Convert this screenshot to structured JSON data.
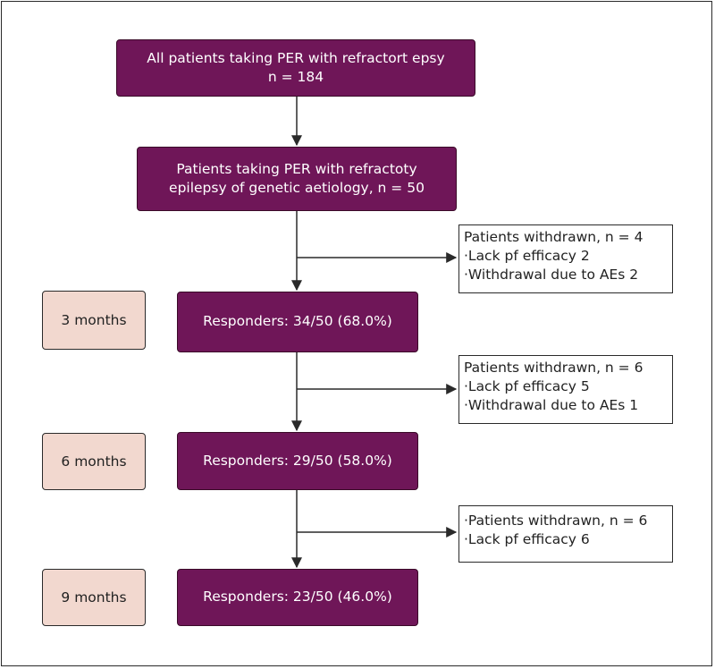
{
  "colors": {
    "primary_box": "#6f1658",
    "stage_box": "#f2d8cf",
    "arrow": "#2a2a2a"
  },
  "boxes": {
    "all_patients": {
      "line1": "All patients taking PER with refractort epsy",
      "line2": "n = 184"
    },
    "genetic": {
      "line1": "Patients taking PER with refractoty",
      "line2": "epilepsy of genetic aetiology, n = 50"
    },
    "responders_3": "Responders: 34/50 (68.0%)",
    "responders_6": "Responders: 29/50 (58.0%)",
    "responders_9": "Responders: 23/50 (46.0%)"
  },
  "stages": {
    "m3": "3 months",
    "m6": "6 months",
    "m9": "9 months"
  },
  "withdrawals": {
    "w1": [
      "Patients withdrawn, n = 4",
      "·Lack pf efficacy 2",
      "·Withdrawal due to AEs 2"
    ],
    "w2": [
      "Patients withdrawn, n = 6",
      "·Lack pf efficacy 5",
      "·Withdrawal due to AEs 1"
    ],
    "w3": [
      "·Patients withdrawn, n = 6",
      "·Lack pf efficacy 6"
    ]
  }
}
